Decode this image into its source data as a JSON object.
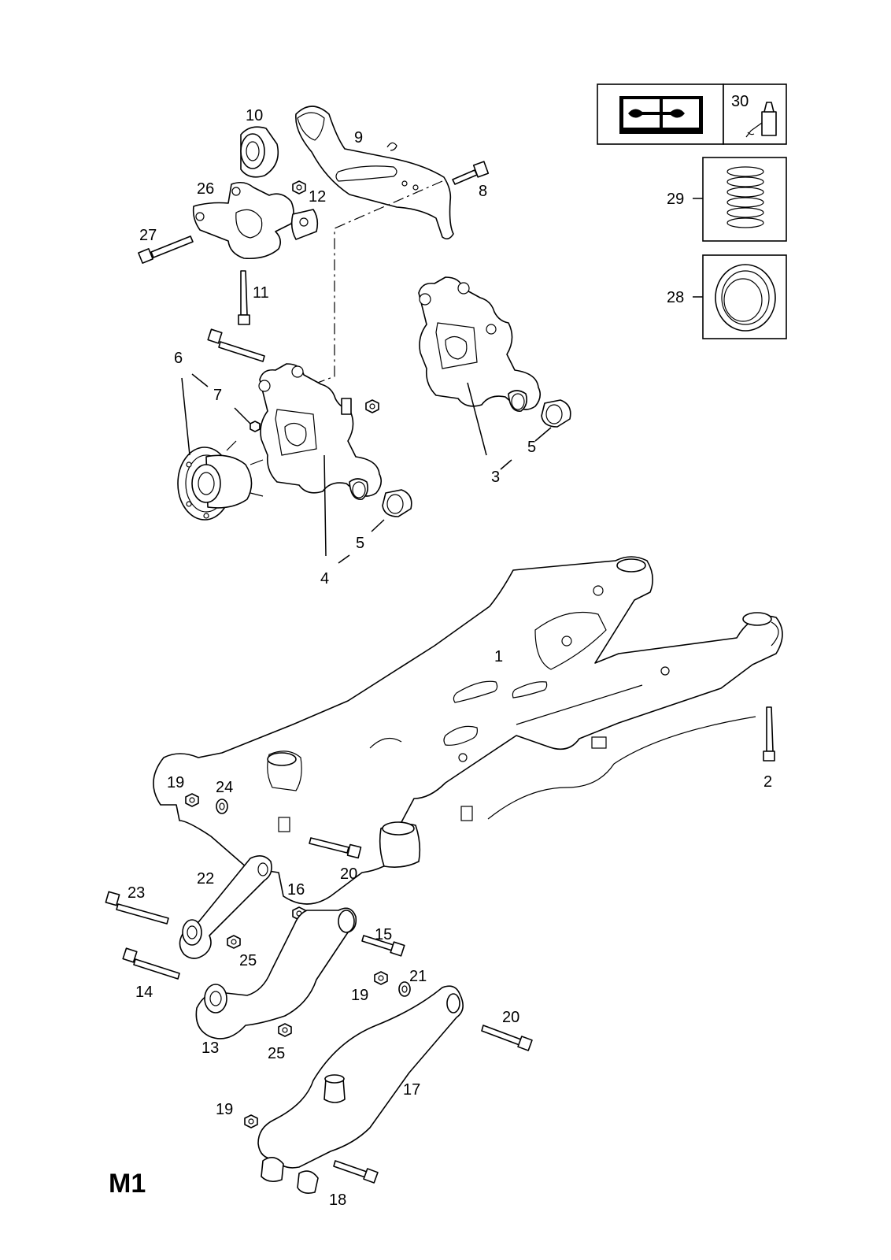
{
  "plate_id": "M1",
  "callouts": {
    "c1": "1",
    "c2": "2",
    "c3": "3",
    "c4": "4",
    "c5a": "5",
    "c5b": "5",
    "c6": "6",
    "c7": "7",
    "c8": "8",
    "c9": "9",
    "c10": "10",
    "c11": "11",
    "c12": "12",
    "c13": "13",
    "c14": "14",
    "c15": "15",
    "c16": "16",
    "c17": "17",
    "c18": "18",
    "c19a": "19",
    "c19b": "19",
    "c19c": "19",
    "c20a": "20",
    "c20b": "20",
    "c21": "21",
    "c22": "22",
    "c23": "23",
    "c24": "24",
    "c25a": "25",
    "c25b": "25",
    "c26": "26",
    "c27": "27",
    "c28": "28",
    "c29": "29",
    "c30": "30"
  },
  "icons": {
    "manual": "repair-manual-icon",
    "adhesive": "adhesive-bottle-icon",
    "spring": "coil-spring-icon",
    "seat": "spring-seat-icon"
  }
}
